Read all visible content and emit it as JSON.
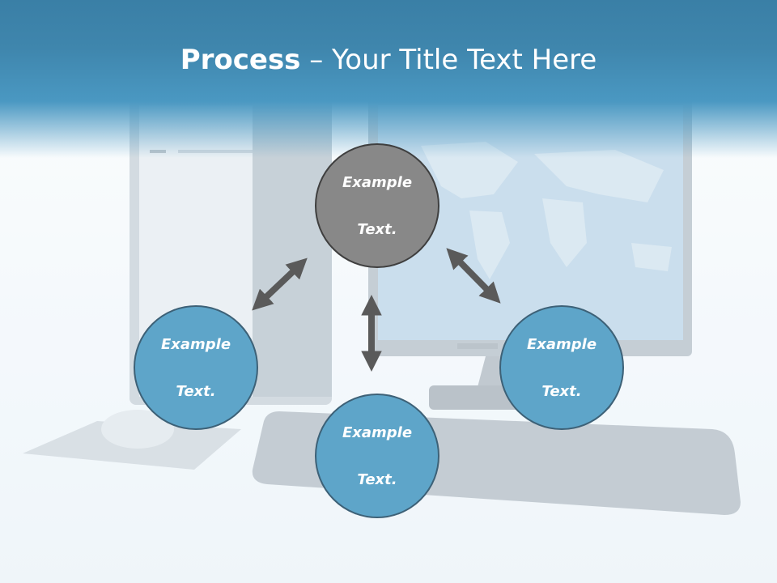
{
  "slide": {
    "title_bold": "Process",
    "title_rest": " – Your Title Text Here"
  },
  "nodes": {
    "top": {
      "line1": "Example",
      "line2": "Text."
    },
    "left": {
      "line1": "Example",
      "line2": "Text."
    },
    "right": {
      "line1": "Example",
      "line2": "Text."
    },
    "bottom": {
      "line1": "Example",
      "line2": "Text."
    }
  },
  "colors": {
    "header": "#3f86ad",
    "node_blue": "#5ea5c9",
    "node_gray": "#888888",
    "arrow": "#5a5a5a"
  }
}
